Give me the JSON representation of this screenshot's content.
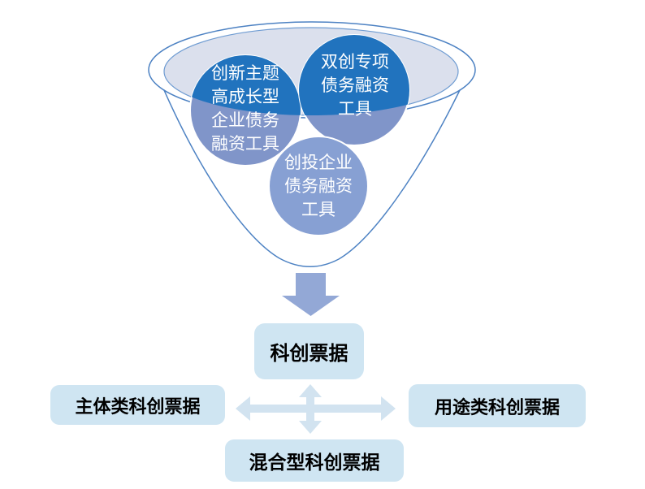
{
  "diagram": {
    "funnel": {
      "bubbles": [
        {
          "name": "innovation-theme-high-growth",
          "label": "创新主题\n高成长型\n企业债务\n融资工具"
        },
        {
          "name": "dual-innovation-special",
          "label": "双创专项\n债务融资\n工具"
        },
        {
          "name": "venture-capital-enterprise",
          "label": "创投企业\n债务融资\n工具"
        }
      ]
    },
    "nodes": {
      "center": "科创票据",
      "left": "主体类科创票据",
      "right": "用途类科创票据",
      "bottom": "混合型科创票据"
    },
    "colors": {
      "bubble_dark": "#2173be",
      "bubble_side_light": "#8095c9",
      "bubble_bottom": "#87a0d3",
      "funnel_mouth_fill": "#dbe0ed",
      "funnel_outline": "#4d82c3",
      "down_arrow": "#93a8d6",
      "cross_arrow": "#d2e3f0",
      "note_box_bg": "#cfe5f2",
      "note_text": "#000000",
      "bubble_text": "#ffffff"
    }
  }
}
